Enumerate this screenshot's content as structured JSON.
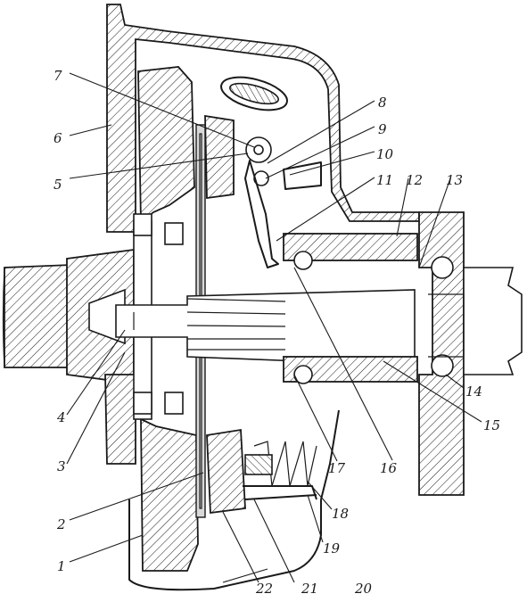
{
  "labels": {
    "l1": "1",
    "l2": "2",
    "l3": "3",
    "l4": "4",
    "l5": "5",
    "l6": "6",
    "l7": "7",
    "l8": "8",
    "l9": "9",
    "l10": "10",
    "l11": "11",
    "l12": "12",
    "l13": "13",
    "l14": "14",
    "l15": "15",
    "l16": "16",
    "l17": "17",
    "l18": "18",
    "l19": "19",
    "l20": "20",
    "l21": "21",
    "l22": "22"
  }
}
